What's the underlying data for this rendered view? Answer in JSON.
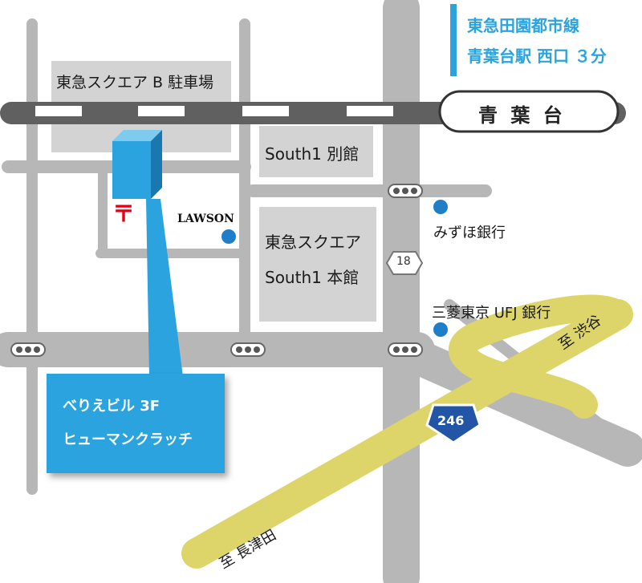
{
  "station_info": {
    "line": "東急田園都市線",
    "station": "青葉台駅 西口 ３分"
  },
  "road_name": "青 葉 台",
  "areas": {
    "parking": "東急スクエア B 駐車場",
    "south1_annex": "South1 別館",
    "south1_main_line1": "東急スクエア",
    "south1_main_line2": "South1 本館"
  },
  "stores": {
    "lawson": "LAWSON",
    "mizuho": "みずほ銀行",
    "mufg": "三菱東京 UFJ 銀行"
  },
  "routes": {
    "route18": "18",
    "route246": "246"
  },
  "directions": {
    "to_shibuya": "至 渋谷",
    "to_nagatsuta": "至 長津田"
  },
  "destination": {
    "line1": "べりえビル 3F",
    "line2": "ヒューマンクラッチ"
  },
  "icons": {
    "post_office": "〒"
  },
  "colors": {
    "road_gray": "#b7b7b7",
    "block_gray": "#d3d3d3",
    "highway_yellow": "#ddd56a",
    "accent_blue": "#2aa3de",
    "dark_road": "#606060",
    "poi_blue": "#1e7fc8",
    "post_red": "#e60012"
  }
}
